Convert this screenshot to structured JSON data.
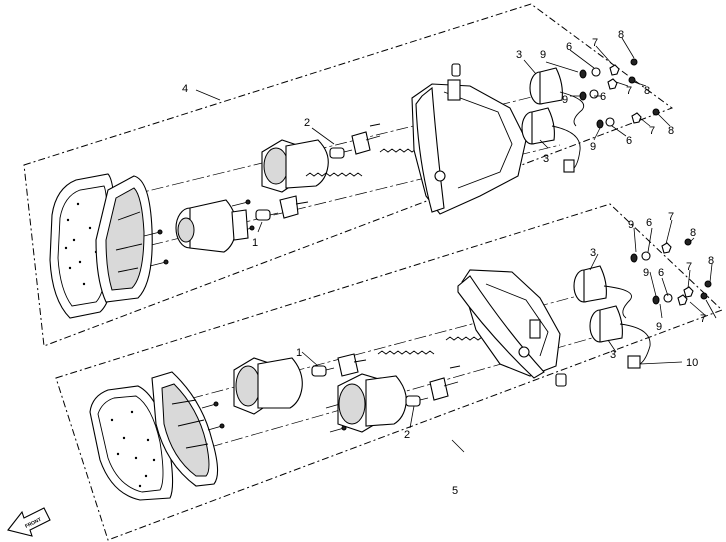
{
  "callouts": {
    "upper": [
      {
        "id": "u4",
        "text": "4"
      },
      {
        "id": "u2",
        "text": "2"
      },
      {
        "id": "u1",
        "text": "1"
      },
      {
        "id": "u3a",
        "text": "3"
      },
      {
        "id": "u3b",
        "text": "3"
      },
      {
        "id": "u9a",
        "text": "9"
      },
      {
        "id": "u9b",
        "text": "9"
      },
      {
        "id": "u9c",
        "text": "9"
      },
      {
        "id": "u6a",
        "text": "6"
      },
      {
        "id": "u6b",
        "text": "6"
      },
      {
        "id": "u6c",
        "text": "6"
      },
      {
        "id": "u7a",
        "text": "7"
      },
      {
        "id": "u7b",
        "text": "7"
      },
      {
        "id": "u7c",
        "text": "7"
      },
      {
        "id": "u8a",
        "text": "8"
      },
      {
        "id": "u8b",
        "text": "8"
      },
      {
        "id": "u8c",
        "text": "8"
      }
    ],
    "lower": [
      {
        "id": "l5",
        "text": "5"
      },
      {
        "id": "l1",
        "text": "1"
      },
      {
        "id": "l2",
        "text": "2"
      },
      {
        "id": "l3a",
        "text": "3"
      },
      {
        "id": "l3b",
        "text": "3"
      },
      {
        "id": "l9a",
        "text": "9"
      },
      {
        "id": "l9b",
        "text": "9"
      },
      {
        "id": "l9c",
        "text": "9"
      },
      {
        "id": "l6a",
        "text": "6"
      },
      {
        "id": "l6b",
        "text": "6"
      },
      {
        "id": "l7a",
        "text": "7"
      },
      {
        "id": "l7b",
        "text": "7"
      },
      {
        "id": "l7c",
        "text": "7"
      },
      {
        "id": "l8a",
        "text": "8"
      },
      {
        "id": "l8b",
        "text": "8"
      },
      {
        "id": "l10",
        "text": "10"
      }
    ]
  },
  "front_arrow_label": "FRONT"
}
